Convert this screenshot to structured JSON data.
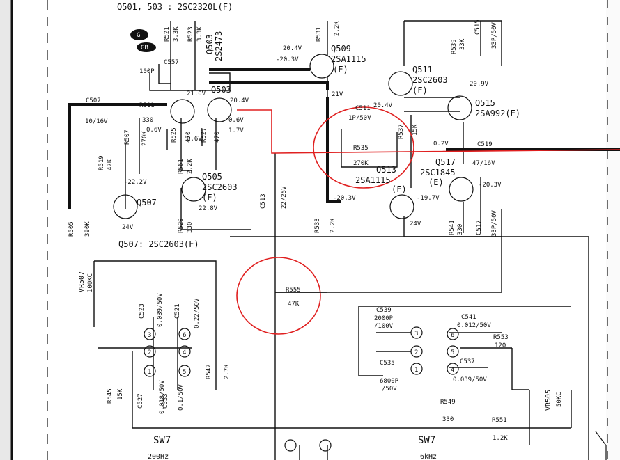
{
  "colors": {
    "ink": "#111111",
    "markup": "#e02020",
    "paper": "#ffffff"
  },
  "header": {
    "q501_503": "Q501, 503 : 2SC2320L(F)",
    "q507": "Q507: 2SC2603(F)",
    "tag_g": "G",
    "tag_gb": "GB"
  },
  "transistors": {
    "q503": "Q503",
    "q503b": "Q503",
    "q503b_part": "2S2473",
    "q505": "Q505",
    "q505_part": "2SC2603",
    "q505_suffix": "(F)",
    "q507": "Q507",
    "q509": "Q509",
    "q509_part": "2SA1115",
    "q509_suffix": "(F)",
    "q511": "Q511",
    "q511_part": "2SC2603",
    "q511_suffix": "(F)",
    "q513": "Q513",
    "q513_part": "2SA1115",
    "q513_suffix": "(F)",
    "q515": "Q515",
    "q515_part": "2SA992(E)",
    "q517": "Q517",
    "q517_part": "2SC1845",
    "q517_suffix": "(E)"
  },
  "components": {
    "c507": "C507",
    "c507_val": "10/16V",
    "c557": "C557",
    "c557_val": "100P",
    "r521": "R521",
    "r521_val": "3.3K",
    "r523": "R523",
    "r523_val": "3.3K",
    "r531": "R531",
    "r531_val": "2.2K",
    "r539": "R539",
    "r539_val": "33K",
    "c515": "C515",
    "c515_val": "33P/50V",
    "r511": "R511",
    "r511_val": "330",
    "r507": "R507",
    "r507_val": "270K",
    "r525": "R525",
    "r525_val": "470",
    "r527": "R527",
    "r527_val": "470",
    "r519": "R519",
    "r519_val": "47K",
    "r561": "R561",
    "r561_val": "2.2K",
    "r535": "R535",
    "r535_val": "270K",
    "c511": "C511",
    "c511_val": "1P/50V",
    "r537": "R537",
    "r537_val": "15K",
    "c519": "C519",
    "c519_val": "47/16V",
    "c513": "C513",
    "c513_val": "22/25V",
    "r533": "R533",
    "r533_val": "2.2K",
    "r529": "R529",
    "r529_val": "330",
    "r541": "R541",
    "r541_val": "330",
    "c517": "C517",
    "c517_val": "33P/50V",
    "r505": "R505",
    "r505_val": "390K",
    "vr507": "VR507",
    "vr507_val": "100KC",
    "c523": "C523",
    "c523_val": "0.039/50V",
    "c521": "C521",
    "c521_val": "0.22/50V",
    "r555": "R555",
    "r555_val": "47K",
    "c539": "C539",
    "c539_val1": "2000P",
    "c539_val2": "/100V",
    "c541": "C541",
    "c541_val": "0.012/50V",
    "r553": "R553",
    "r553_val": "120",
    "c535": "C535",
    "c535_val1": "6800P",
    "c535_val2": "/50V",
    "c537": "C537",
    "c537_val": "0.039/50V",
    "r545": "R545",
    "r545_val": "15K",
    "c527": "C527",
    "c527_val": "0.018/50V",
    "c533": "C533",
    "c533_val": "0.1/50V",
    "r547": "R547",
    "r547_val": "2.7K",
    "r549": "R549",
    "r549_val": "330",
    "r551": "R551",
    "r551_val": "1.2K",
    "vr505": "VR505",
    "vr505_val": "50KC"
  },
  "voltages": {
    "v1": "20.4V",
    "v2": "-20.3V",
    "v3": "21.0V",
    "v4": "20.4V",
    "v5": "0.6V",
    "v6": "1.7V",
    "v7": "0.6V",
    "v8": "0.6V",
    "v9": "21V",
    "v10": "20.4V",
    "v11": "20.9V",
    "v12": "0.2V",
    "v13": "-22.2V",
    "v14": "22.8V",
    "v15": "24V",
    "v16": "-20.3V",
    "v17": "-19.7V",
    "v18": "24V",
    "v19": "-20.3V"
  },
  "switches": {
    "sw7_left": "SW7",
    "sw7_left_freq": "200Hz",
    "sw7_right": "SW7",
    "sw7_right_freq": "6kHz"
  },
  "terminals": [
    "1",
    "2",
    "3",
    "4",
    "5",
    "6"
  ]
}
